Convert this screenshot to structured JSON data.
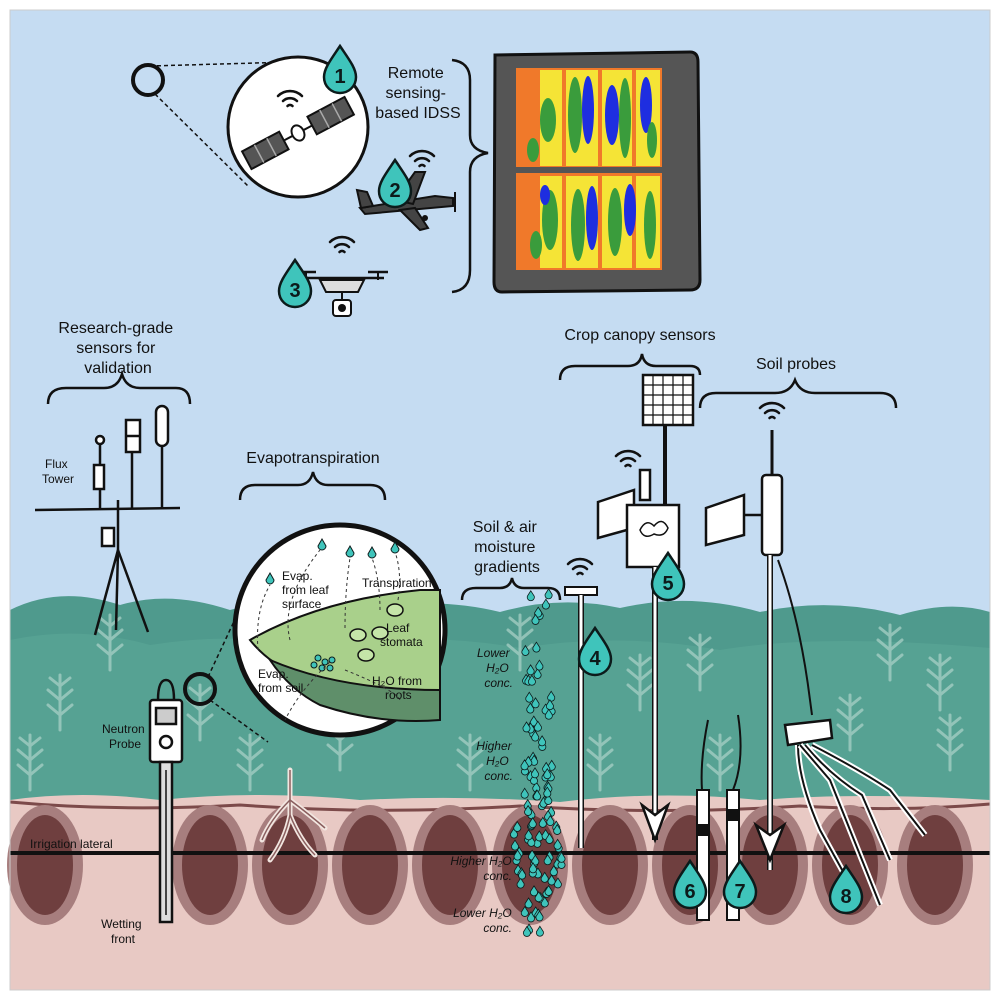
{
  "labels": {
    "remote_sensing": [
      "Remote",
      "sensing-",
      "based IDSS"
    ],
    "research_grade": [
      "Research-grade",
      "sensors for",
      "validation"
    ],
    "flux_tower": [
      "Flux",
      "Tower"
    ],
    "evapotranspiration": "Evapotranspiration",
    "evap_leaf": [
      "Evap.",
      "from leaf",
      "surface"
    ],
    "transpiration": "Transpiration",
    "leaf_stomata": [
      "Leaf",
      "stomata"
    ],
    "evap_soil": [
      "Evap.",
      "from soil"
    ],
    "h2o_roots": [
      "H₂O from",
      "roots"
    ],
    "soil_air_moisture": [
      "Soil & air",
      "moisture",
      "gradients"
    ],
    "lower_conc_air": [
      "Lower",
      "H₂O",
      "conc."
    ],
    "higher_conc_air": [
      "Higher",
      "H₂O",
      "conc."
    ],
    "higher_conc_soil": [
      "Higher H₂O",
      "conc."
    ],
    "lower_conc_soil": [
      "Lower H₂O",
      "conc."
    ],
    "crop_canopy": "Crop canopy sensors",
    "soil_probes": "Soil probes",
    "neutron_probe": [
      "Neutron",
      "Probe"
    ],
    "irrigation_lateral": "Irrigation lateral",
    "wetting_front": [
      "Wetting",
      "front"
    ]
  },
  "badges": [
    "1",
    "2",
    "3",
    "4",
    "5",
    "6",
    "7",
    "8"
  ],
  "colors": {
    "sky": "#c5dcf2",
    "canopy": "#4f9a8d",
    "soil": "#e8c9c4",
    "soil_dark": "#7c4a4a",
    "drop": "#3fc4bb",
    "leaf": "#a9d08b",
    "map_orange": "#f0792a",
    "map_green": "#3a9c3c",
    "map_blue": "#1e2ee0",
    "map_yellow": "#f5e436"
  },
  "icons": [
    "satellite-icon",
    "airplane-icon",
    "drone-icon",
    "wifi-icon",
    "water-drop-icon"
  ]
}
